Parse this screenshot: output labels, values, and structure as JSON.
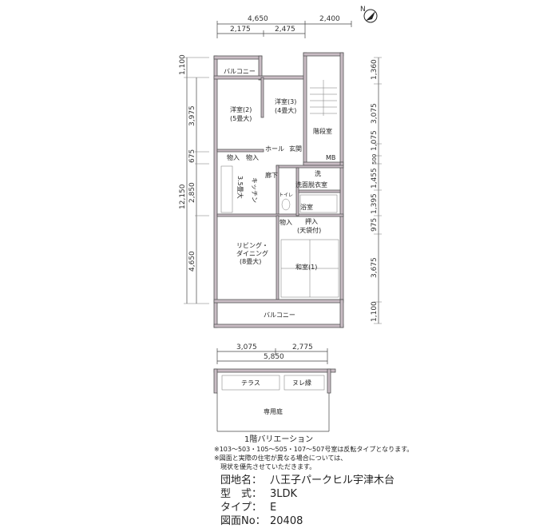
{
  "dimensions": {
    "top_outer": [
      "4,650",
      "2,400"
    ],
    "top_inner": [
      "2,175",
      "2,475"
    ],
    "left_outer": [
      "1,100",
      "12,150"
    ],
    "left_inner": [
      "3,975",
      "675",
      "2,850",
      "4,650"
    ],
    "right": [
      "1,360",
      "3,075",
      "1,075",
      "500",
      "1,455",
      "1,395",
      "975",
      "3,675",
      "1,100"
    ],
    "bottom_inner": [
      "3,075",
      "2,775"
    ],
    "bottom_outer": "5,850"
  },
  "rooms": {
    "balcony_top": "バルコニー",
    "western2": "洋室(2)",
    "western2_size": "(5畳大)",
    "western3": "洋室(3)",
    "western3_size": "(4畳大)",
    "stairs": "階段室",
    "hall": "ホール",
    "entrance": "玄関",
    "mb": "MB",
    "storage1": "物入",
    "storage2": "物入",
    "kitchen": "キッチン",
    "kitchen_size": "3.5畳大",
    "corridor": "廊下",
    "washer": "洗",
    "washroom": "洗面脱衣室",
    "toilet": "トイレ",
    "bath": "浴室",
    "storage3": "物入",
    "closet": "押入",
    "closet_note": "(天袋付)",
    "living": "リビング・",
    "living2": "ダイニング",
    "living_size": "(8畳大)",
    "japanese": "和室(1)",
    "balcony_bottom": "バルコニー",
    "terrace": "テラス",
    "veranda": "ヌレ縁",
    "garden": "専用庭"
  },
  "variation_title": "1階バリエーション",
  "notes": [
    "※103～503・105～505・107～507号室は反転タイプとなります。",
    "※図面と実際の住宅が異なる場合については、",
    "　現状を優先させていただきます。"
  ],
  "info": {
    "name_label": "団地名：",
    "name": "八王子パークヒル宇津木台",
    "type_label": "型　式：",
    "type": "3LDK",
    "variant_label": "タイプ：",
    "variant": "E",
    "drawing_label": "図面No：",
    "drawing": "20408"
  },
  "compass": "N"
}
